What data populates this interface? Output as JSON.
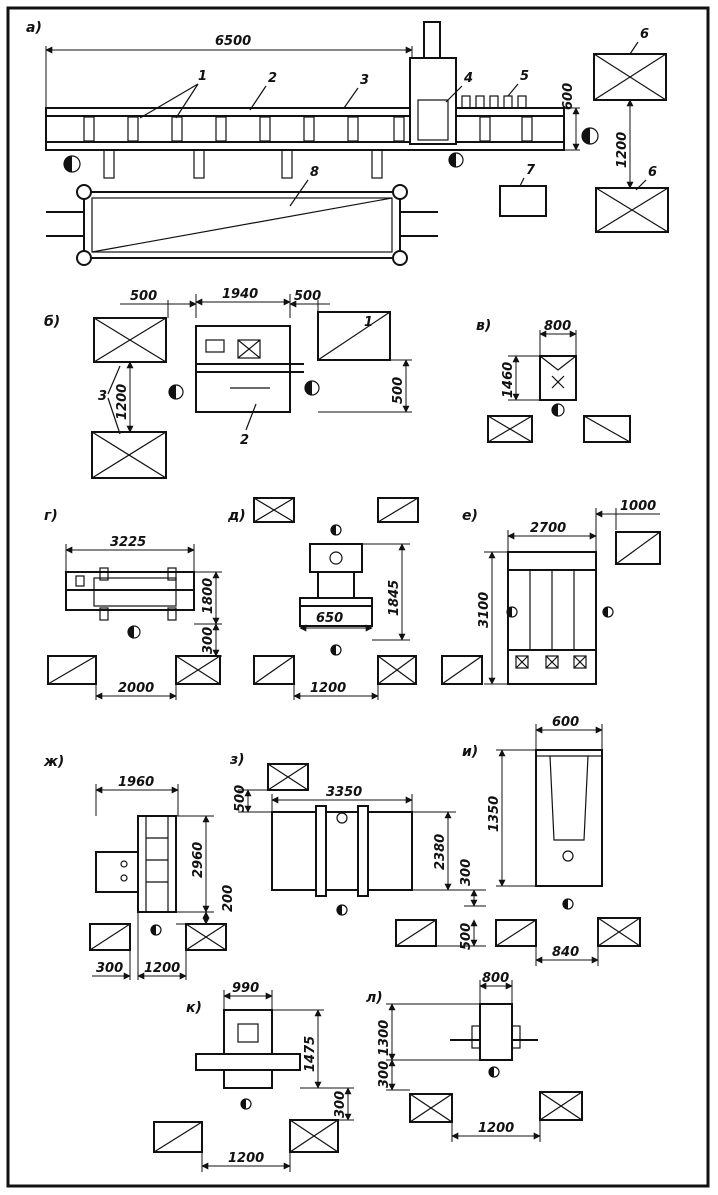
{
  "panels": {
    "a": {
      "label": "а)",
      "dims": {
        "length": "6500",
        "width": "600",
        "spacing": "1200"
      },
      "callouts": [
        "1",
        "2",
        "3",
        "4",
        "5",
        "6",
        "6",
        "7",
        "8"
      ]
    },
    "b": {
      "label": "б)",
      "dims": {
        "left": "500",
        "body": "1940",
        "right": "500",
        "spacing": "1200",
        "front": "500"
      },
      "callouts": [
        "1",
        "2",
        "3"
      ]
    },
    "v": {
      "label": "в)",
      "dims": {
        "width": "800",
        "depth": "1460"
      }
    },
    "g": {
      "label": "г)",
      "dims": {
        "length": "3225",
        "depth": "1800",
        "front": "300",
        "spacing": "2000"
      }
    },
    "d": {
      "label": "д)",
      "dims": {
        "width": "650",
        "depth": "1845",
        "spacing": "1200"
      }
    },
    "e": {
      "label": "е)",
      "dims": {
        "width": "2700",
        "depth": "3100",
        "side": "1000"
      }
    },
    "zh": {
      "label": "ж)",
      "dims": {
        "width": "1960",
        "depth": "2960",
        "front": "200",
        "left": "300",
        "spacing": "1200"
      }
    },
    "z": {
      "label": "з)",
      "dims": {
        "width": "3350",
        "back": "500",
        "depth": "2380",
        "front": "300",
        "side": "500"
      }
    },
    "i": {
      "label": "и)",
      "dims": {
        "width": "600",
        "depth": "1350",
        "spacing": "840"
      }
    },
    "k": {
      "label": "к)",
      "dims": {
        "width": "990",
        "depth": "1475",
        "front": "300",
        "spacing": "1200"
      }
    },
    "l": {
      "label": "л)",
      "dims": {
        "width": "800",
        "depth": "1300",
        "front": "300",
        "spacing": "1200"
      }
    }
  }
}
